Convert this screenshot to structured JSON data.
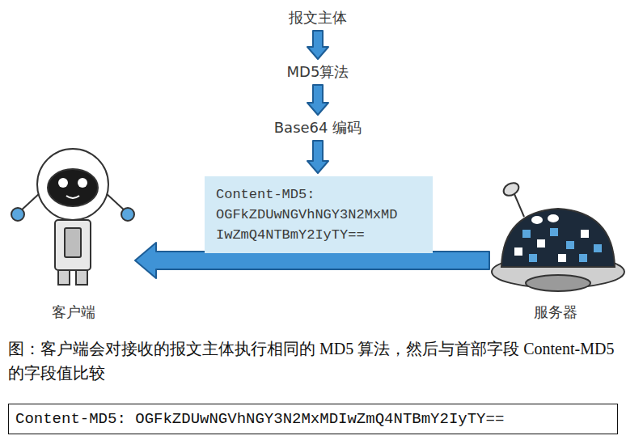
{
  "diagram": {
    "caption": "图：客户端会对接收的报文主体执行相同的 MD5 算法，然后与首部字段 Content-MD5 的字段值比较",
    "nodes": [
      {
        "text": [
          "报文主体"
        ]
      },
      {
        "text": [
          "MD5算法"
        ]
      },
      {
        "text": [
          "Base64 编码"
        ]
      },
      {
        "text": [
          "Content-MD5:",
          "OGFkZDUwNGVhNGY3N2MxMD IwZmQ4NTBmY2IyTY=="
        ]
      },
      {
        "text": [
          "客户端"
        ]
      },
      {
        "text": [
          "服务器"
        ]
      },
      {
        "text": [
          "Content-MD5: OGFkZDUwNGVhNGY3N2MxMDIwZmQ4NTBmY2IyTY=="
        ]
      }
    ],
    "edges": [
      {
        "from": 0,
        "to": 1,
        "arrow": "to"
      },
      {
        "from": 1,
        "to": 2,
        "arrow": "to"
      },
      {
        "from": 2,
        "to": 3,
        "arrow": "to"
      },
      {
        "from": 5,
        "to": 4,
        "arrow": "to"
      }
    ]
  }
}
